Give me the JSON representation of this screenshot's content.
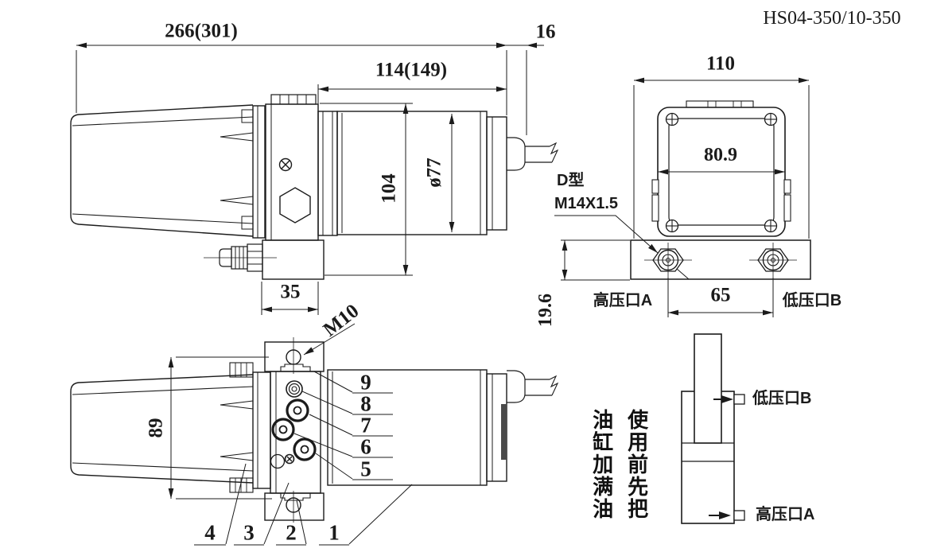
{
  "title": "HS04-350/10-350",
  "colors": {
    "line": "#1b1b1b",
    "background": "#ffffff"
  },
  "side_view_top": {
    "dim_overall_length": "266(301)",
    "dim_connector": "16",
    "dim_motor_pump_length": "114(149)",
    "dim_body_height": "104",
    "dim_motor_diameter": "ø77",
    "dim_block_width": "35"
  },
  "rear_view": {
    "dim_overall_width": "110",
    "dim_body_width": "80.9",
    "port_thread_label_line1": "D型",
    "port_thread_label_line2": "M14X1.5",
    "port_a_label": "高压口A",
    "dim_port_spacing": "65",
    "port_b_label": "低压口B",
    "dim_plate_height": "19.6"
  },
  "side_view_bottom": {
    "thread_label": "M10",
    "dim_tank_height": "89",
    "callouts": [
      "9",
      "8",
      "7",
      "6",
      "5",
      "4",
      "3",
      "2",
      "1"
    ]
  },
  "cylinder_view": {
    "port_b_label": "低压口B",
    "port_a_label": "高压口A"
  },
  "usage_note": {
    "column_right": "使用前先把",
    "column_left": "油缸加满油"
  }
}
